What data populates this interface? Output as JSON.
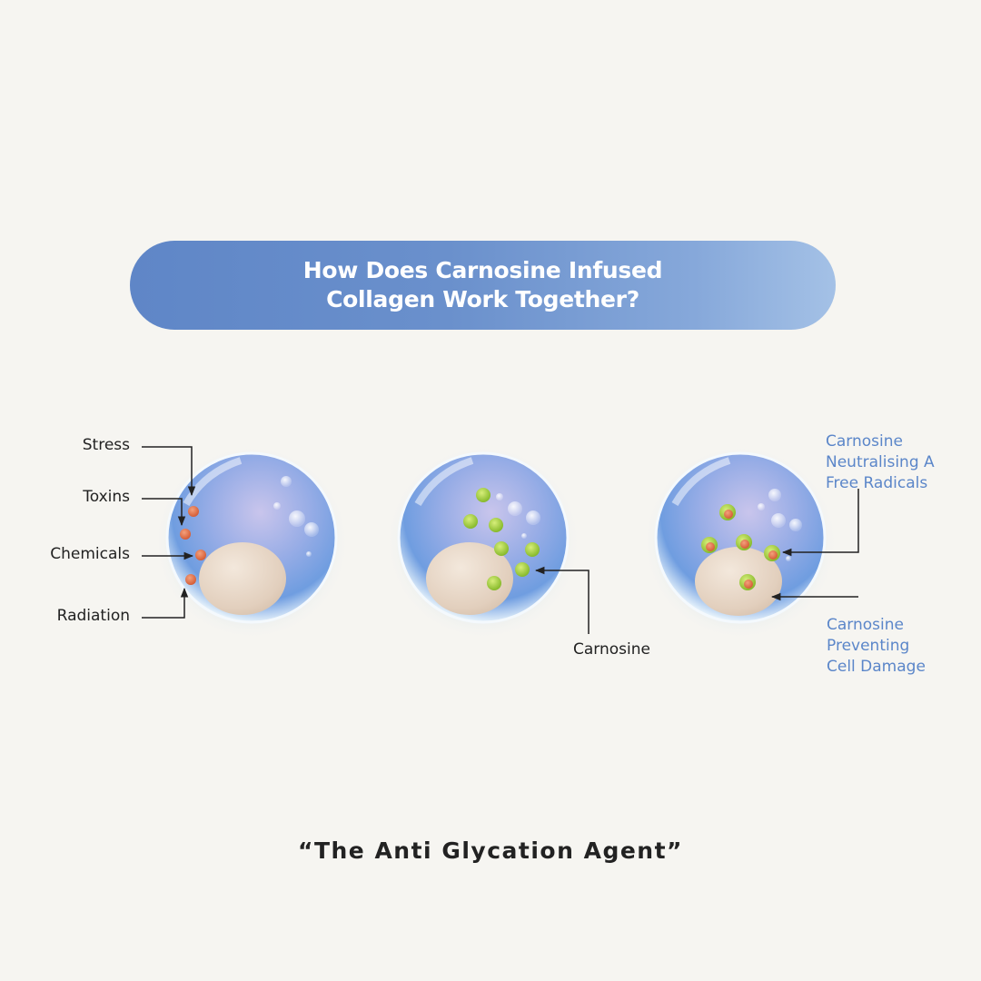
{
  "banner": {
    "line1": "How Does Carnosine Infused",
    "line2": "Collagen Work Together?",
    "gradient": [
      "#5f86c7",
      "#a4c1e6"
    ]
  },
  "cells": [
    {
      "id": "damaged-cell",
      "labels": [
        "Stress",
        "Toxins",
        "Chemicals",
        "Radiation"
      ],
      "particles": "free-radicals"
    },
    {
      "id": "carnosine-cell",
      "labels": [
        "Carnosine"
      ],
      "particles": "carnosine"
    },
    {
      "id": "protected-cell",
      "labels": {
        "neutralising": [
          "Carnosine",
          "Neutralising A",
          "Free Radicals"
        ],
        "preventing": [
          "Carnosine",
          "Preventing",
          "Cell Damage"
        ]
      },
      "particles": "neutralised-radicals"
    }
  ],
  "tagline": "“The Anti Glycation Agent”",
  "colors": {
    "background": "#f6f5f1",
    "label_dark": "#222222",
    "label_blue": "#5b86c9",
    "free_radical": "#e0714a",
    "carnosine": "#9bc93a",
    "nucleus": "#ecdccb"
  }
}
